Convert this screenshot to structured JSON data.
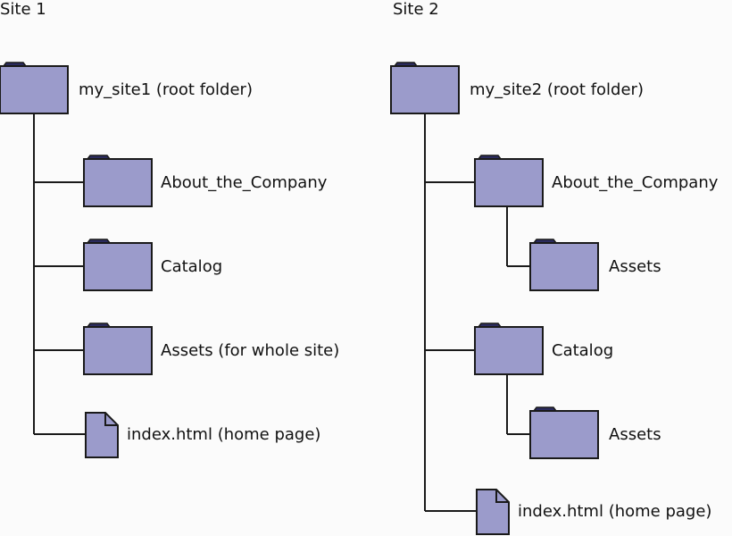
{
  "site1": {
    "title": "Site 1",
    "root": "my_site1 (root folder)",
    "about": "About_the_Company",
    "catalog": "Catalog",
    "assets": "Assets (for whole site)",
    "index": "index.html (home page)"
  },
  "site2": {
    "title": "Site 2",
    "root": "my_site2 (root folder)",
    "about": "About_the_Company",
    "about_assets": "Assets",
    "catalog": "Catalog",
    "catalog_assets": "Assets",
    "index": "index.html (home page)"
  },
  "colors": {
    "folder_fill": "#9b9bcb",
    "folder_tab": "#2b2b5e",
    "outline": "#1a1a1a",
    "line": "#1a1a1a"
  }
}
